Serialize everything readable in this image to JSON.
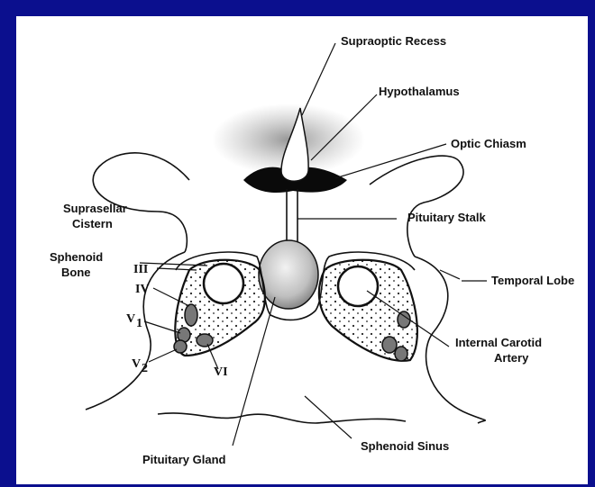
{
  "labels": {
    "supraoptic_recess": "Supraoptic Recess",
    "hypothalamus": "Hypothalamus",
    "optic_chiasm": "Optic Chiasm",
    "suprasellar_cistern_line1": "Suprasellar",
    "suprasellar_cistern_line2": "Cistern",
    "pituitary_stalk": "Pituitary Stalk",
    "sphenoid_bone_line1": "Sphenoid",
    "sphenoid_bone_line2": "Bone",
    "temporal_lobe": "Temporal Lobe",
    "internal_carotid_line1": "Internal Carotid",
    "internal_carotid_line2": "Artery",
    "pituitary_gland": "Pituitary Gland",
    "sphenoid_sinus": "Sphenoid Sinus"
  },
  "nerves": {
    "III": "III",
    "IV": "IV",
    "V1": "V",
    "V1_sub": "1",
    "V2": "V",
    "V2_sub": "2",
    "VI": "VI"
  },
  "colors": {
    "background": "#0b0f8e",
    "paper": "#ffffff",
    "ink": "#111111"
  }
}
